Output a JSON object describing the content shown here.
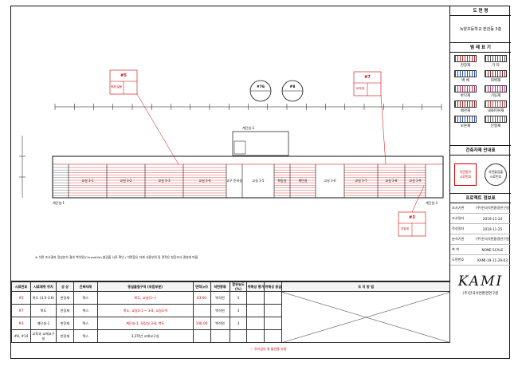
{
  "legend": {
    "title": "도 면 명",
    "drawing_name": "녹양초등학교 본관동 3층",
    "legend_title": "범 례 표 기",
    "materials_title": "건축자재 안내표",
    "project_title": "프로젝트 정보표",
    "items": [
      {
        "label": "천장재",
        "color": "#c03030"
      },
      {
        "label": "벽 체",
        "color": "#2050c0"
      },
      {
        "label": "바닥재",
        "color": "#c03060"
      },
      {
        "label": "배관재",
        "color": "#a02020"
      },
      {
        "label": "보온재",
        "color": "#3050b0"
      },
      {
        "label": "기 타",
        "color": "#555555"
      },
      {
        "label": "외벽재",
        "color": "#803030"
      },
      {
        "label": "기둥재",
        "color": "#b04080"
      },
      {
        "label": "내화피복재",
        "color": "#c05050"
      },
      {
        "label": "단열재",
        "color": "#606060"
      }
    ],
    "stamps": [
      {
        "label": "석면함유",
        "sub": "시료번호"
      },
      {
        "label": "석면불검출",
        "sub": "시료번호"
      }
    ],
    "project": [
      {
        "key": "조사기관",
        "value": "(주)한국석면환경연구원"
      },
      {
        "key": "조사일자",
        "value": "2019-11-24"
      },
      {
        "key": "작성일자",
        "value": "2019-11-25"
      },
      {
        "key": "분석기관",
        "value": "(주)한국석면환경연구원"
      },
      {
        "key": "축 척",
        "value": "NONE SCALE"
      },
      {
        "key": "도면번호",
        "value": "KAMI-19-11-29-03"
      }
    ],
    "logo": "KAMI",
    "company": "(주)한국석면환경연구원"
  },
  "plan": {
    "rooms_upper": [
      "교실 3-1",
      "교실 3-2",
      "교실 3-3",
      "교실 3-4",
      "교구 준비실",
      "교실 3-5",
      "화장실",
      "계단실",
      "교실 3-6",
      "교실 3-7",
      "교실 3-8",
      "교실 3-9"
    ],
    "markers": [
      {
        "no": "#5",
        "red_label": "벽체 밀봉"
      },
      {
        "no": "#7",
        "red_label": "바닥재"
      },
      {
        "no": "#3",
        "red_label": "천장재"
      }
    ],
    "circles": [
      "#76",
      "#8"
    ],
    "stair_labels": [
      "계단실-1",
      "계단실-2",
      "계단실-3"
    ],
    "note": "※ 석면 조사결과 정성분석 결과 백석면(Chrysotile) 불검출 시료 확인 / 석면함유 자재 사용부위 및 면적은 현장조사 결과에 따름"
  },
  "table": {
    "headers": [
      "시료번호",
      "시료채취 위치",
      "성 상",
      "건축자재",
      "동일물질구역 (포함부분)",
      "면적(㎡)",
      "석면종류",
      "함유농도(%)",
      "위해성 평가",
      "위해성 등급",
      "조 치 방 법"
    ],
    "rows": [
      [
        "#5",
        "복도 (3.5-3.6)",
        "천장재",
        "텍스",
        "복도, 교실(1~)",
        "63.00",
        "백석면",
        "3",
        "",
        "",
        ""
      ],
      [
        "#7",
        "복도",
        "천장재",
        "텍스",
        "복도, 교실3-1 ~ 3-8, 교실3-9",
        "",
        "백석면",
        "3",
        "",
        "",
        ""
      ],
      [
        "#3",
        "계단실-1",
        "천장재",
        "텍스",
        "계단실-1, 화장실 3-8, 복도",
        "106.00",
        "백석면",
        "3",
        "",
        "",
        ""
      ],
      [
        "#8, #14",
        "교육과 교재교구실",
        "천장재",
        "텍스",
        "3,2학년 교재교구실",
        "",
        "",
        "",
        "",
        "",
        ""
      ]
    ],
    "red_note": "☞ 유리섬유 외 불연물 사용"
  }
}
